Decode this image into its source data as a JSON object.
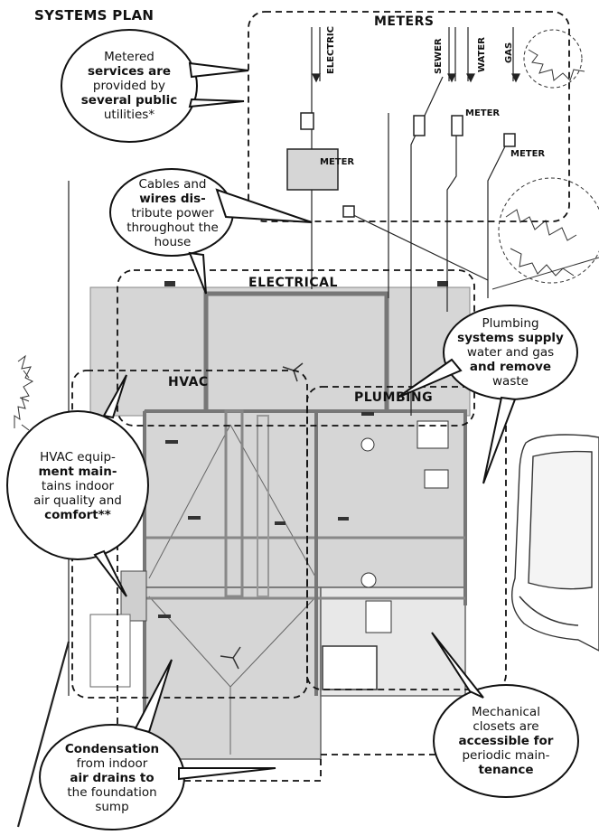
{
  "title": "SYSTEMS PLAN",
  "zones": {
    "meters": "METERS",
    "electrical": "ELECTRICAL",
    "hvac": "HVAC",
    "plumbing": "PLUMBING"
  },
  "utility_lines": {
    "electric": "ELECTRIC",
    "sewer": "SEWER",
    "water": "WATER",
    "gas": "GAS"
  },
  "meter_labels": [
    "METER",
    "METER",
    "METER"
  ],
  "callouts": {
    "meters": [
      "Metered",
      "services are",
      "provided by",
      "several public",
      "utilities*"
    ],
    "electrical": [
      "Cables and",
      "wires dis-",
      "tribute power",
      "throughout the",
      "house"
    ],
    "plumbing": [
      "Plumbing",
      "systems supply",
      "water and gas",
      "and remove",
      "waste"
    ],
    "hvac": [
      "HVAC equip-",
      "ment main-",
      "tains indoor",
      "air quality and",
      "comfort**"
    ],
    "condensation": [
      "Condensation",
      "from indoor",
      "air drains to",
      "the foundation",
      "sump"
    ],
    "closets": [
      "Mechanical",
      "closets are",
      "accessible for",
      "periodic main-",
      "tenance"
    ]
  },
  "colors": {
    "floor": "#d4d4d4",
    "walls": "#7a7a7a",
    "ink": "#111111"
  }
}
